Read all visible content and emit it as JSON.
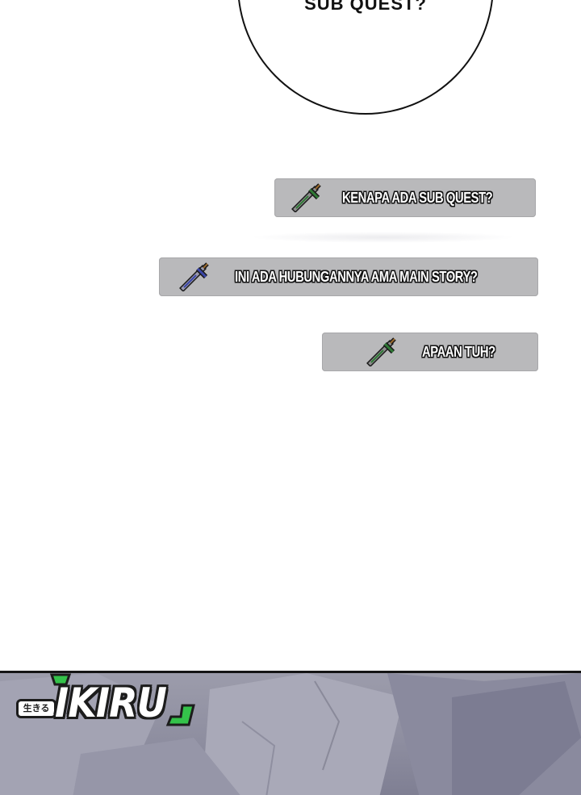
{
  "bubble": {
    "text": "SUB QUEST?"
  },
  "quests": [
    {
      "label": "KENAPA ADA SUB QUEST?",
      "dagger_color": "#2f7a36",
      "dagger_icon": "green-dagger-icon"
    },
    {
      "label": "INI ADA HUBUNGANNYA AMA MAIN STORY?",
      "dagger_color": "#3b47a8",
      "dagger_icon": "blue-dagger-icon"
    },
    {
      "label": "APAAN TUH?",
      "dagger_color": "#2f7a36",
      "dagger_icon": "green-dagger-icon"
    }
  ],
  "logo": {
    "tag": "生きる",
    "word": "IKIRU",
    "accent": "#34c24a"
  },
  "colors": {
    "panel": "#8e8ea0",
    "quest_box": "#b9b9bb"
  }
}
